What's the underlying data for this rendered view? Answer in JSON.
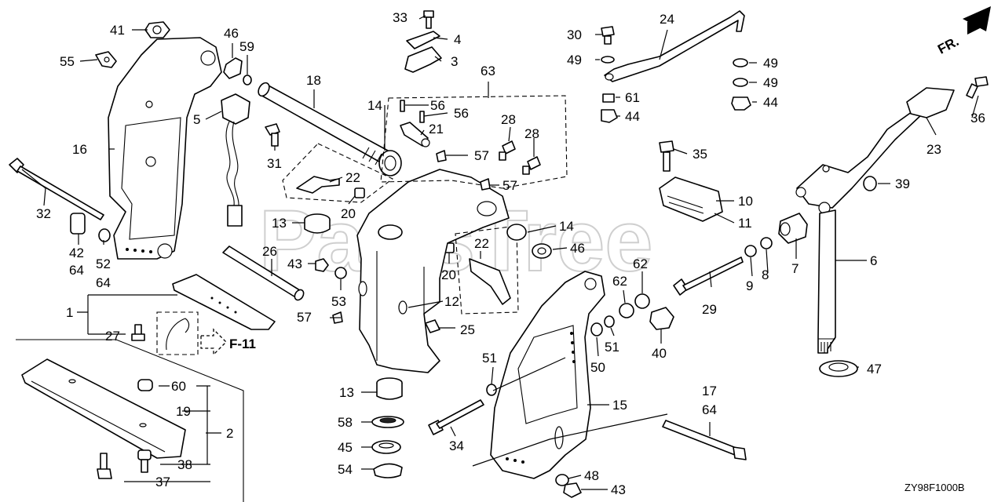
{
  "diagram": {
    "code": "ZY98F1000B",
    "front_indicator": "FR.",
    "ref_label": "F-11",
    "watermark": "PartsTree",
    "callouts": [
      {
        "id": "c41",
        "text": "41"
      },
      {
        "id": "c46",
        "text": "46"
      },
      {
        "id": "c59",
        "text": "59"
      },
      {
        "id": "c55",
        "text": "55"
      },
      {
        "id": "c33",
        "text": "33"
      },
      {
        "id": "c4",
        "text": "4"
      },
      {
        "id": "c3",
        "text": "3"
      },
      {
        "id": "c63",
        "text": "63"
      },
      {
        "id": "c24",
        "text": "24"
      },
      {
        "id": "c30",
        "text": "30"
      },
      {
        "id": "c49a",
        "text": "49"
      },
      {
        "id": "c49b",
        "text": "49"
      },
      {
        "id": "c49c",
        "text": "49"
      },
      {
        "id": "c61",
        "text": "61"
      },
      {
        "id": "c44a",
        "text": "44"
      },
      {
        "id": "c44b",
        "text": "44"
      },
      {
        "id": "c36",
        "text": "36"
      },
      {
        "id": "c23",
        "text": "23"
      },
      {
        "id": "c5",
        "text": "5"
      },
      {
        "id": "c18",
        "text": "18"
      },
      {
        "id": "c14a",
        "text": "14"
      },
      {
        "id": "c56a",
        "text": "56"
      },
      {
        "id": "c56b",
        "text": "56"
      },
      {
        "id": "c21",
        "text": "21"
      },
      {
        "id": "c28a",
        "text": "28"
      },
      {
        "id": "c28b",
        "text": "28"
      },
      {
        "id": "c57a",
        "text": "57"
      },
      {
        "id": "c57b",
        "text": "57"
      },
      {
        "id": "c57c",
        "text": "57"
      },
      {
        "id": "c35",
        "text": "35"
      },
      {
        "id": "c16",
        "text": "16"
      },
      {
        "id": "c31",
        "text": "31"
      },
      {
        "id": "c22a",
        "text": "22"
      },
      {
        "id": "c22b",
        "text": "22"
      },
      {
        "id": "c20a",
        "text": "20"
      },
      {
        "id": "c20b",
        "text": "20"
      },
      {
        "id": "c10",
        "text": "10"
      },
      {
        "id": "c11",
        "text": "11"
      },
      {
        "id": "c39",
        "text": "39"
      },
      {
        "id": "c32",
        "text": "32"
      },
      {
        "id": "c13a",
        "text": "13"
      },
      {
        "id": "c13b",
        "text": "13"
      },
      {
        "id": "c14b",
        "text": "14"
      },
      {
        "id": "c46b",
        "text": "46"
      },
      {
        "id": "c42",
        "text": "42"
      },
      {
        "id": "c64a",
        "text": "64"
      },
      {
        "id": "c52",
        "text": "52"
      },
      {
        "id": "c64b",
        "text": "64"
      },
      {
        "id": "c26",
        "text": "26"
      },
      {
        "id": "c43a",
        "text": "43"
      },
      {
        "id": "c53",
        "text": "53"
      },
      {
        "id": "c12",
        "text": "12"
      },
      {
        "id": "c9",
        "text": "9"
      },
      {
        "id": "c8",
        "text": "8"
      },
      {
        "id": "c7",
        "text": "7"
      },
      {
        "id": "c6",
        "text": "6"
      },
      {
        "id": "c62a",
        "text": "62"
      },
      {
        "id": "c62b",
        "text": "62"
      },
      {
        "id": "c29",
        "text": "29"
      },
      {
        "id": "c1",
        "text": "1"
      },
      {
        "id": "c27",
        "text": "27"
      },
      {
        "id": "c25",
        "text": "25"
      },
      {
        "id": "c40",
        "text": "40"
      },
      {
        "id": "c51a",
        "text": "51"
      },
      {
        "id": "c51b",
        "text": "51"
      },
      {
        "id": "c50",
        "text": "50"
      },
      {
        "id": "c47",
        "text": "47"
      },
      {
        "id": "c60",
        "text": "60"
      },
      {
        "id": "c19",
        "text": "19"
      },
      {
        "id": "c2",
        "text": "2"
      },
      {
        "id": "c38",
        "text": "38"
      },
      {
        "id": "c37",
        "text": "37"
      },
      {
        "id": "c58",
        "text": "58"
      },
      {
        "id": "c45",
        "text": "45"
      },
      {
        "id": "c54",
        "text": "54"
      },
      {
        "id": "c34",
        "text": "34"
      },
      {
        "id": "c15",
        "text": "15"
      },
      {
        "id": "c17",
        "text": "17"
      },
      {
        "id": "c64c",
        "text": "64"
      },
      {
        "id": "c48",
        "text": "48"
      },
      {
        "id": "c43b",
        "text": "43"
      }
    ]
  }
}
